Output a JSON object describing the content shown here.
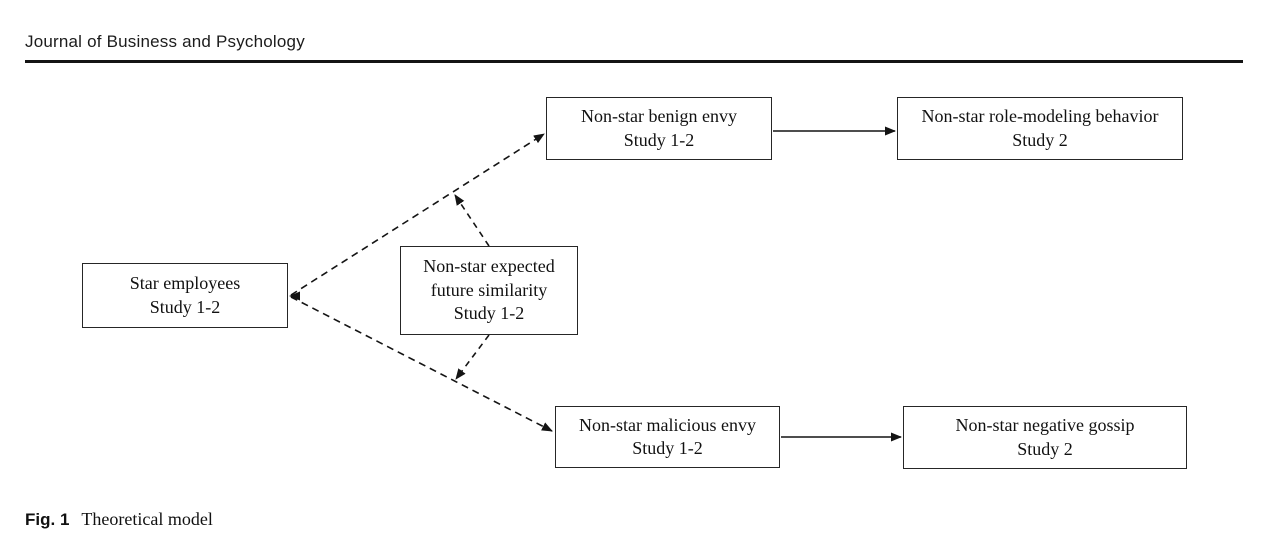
{
  "header": {
    "journal_title": "Journal of Business and Psychology"
  },
  "figure": {
    "caption_label": "Fig. 1",
    "caption_text": "Theoretical model"
  },
  "diagram": {
    "nodes": [
      {
        "label": "Star employees",
        "study": "Study 1-2"
      },
      {
        "label": "Non-star benign envy",
        "study": "Study 1-2"
      },
      {
        "label": "Non-star role-modeling behavior",
        "study": "Study 2"
      },
      {
        "label": "Non-star expected future similarity",
        "study": "Study 1-2"
      },
      {
        "label": "Non-star malicious envy",
        "study": "Study 1-2"
      },
      {
        "label": "Non-star negative gossip",
        "study": "Study 2"
      }
    ],
    "edges": [
      {
        "from": "star-employees",
        "to": "non-star-benign-envy",
        "style": "dashed-arrow"
      },
      {
        "from": "star-employees",
        "to": "non-star-malicious-envy",
        "style": "dashed-arrow"
      },
      {
        "from": "non-star-expected-future-similarity",
        "to": "path-star-to-benign-envy",
        "style": "dashed-arrow"
      },
      {
        "from": "non-star-expected-future-similarity",
        "to": "path-star-to-malicious-envy",
        "style": "dashed-arrow"
      },
      {
        "from": "non-star-benign-envy",
        "to": "non-star-role-modeling-behavior",
        "style": "solid-arrow"
      },
      {
        "from": "non-star-malicious-envy",
        "to": "non-star-negative-gossip",
        "style": "solid-arrow"
      }
    ],
    "colors": {
      "line": "#1a1a1a",
      "box_border": "#262626",
      "text": "#111111",
      "background": "#ffffff"
    }
  }
}
